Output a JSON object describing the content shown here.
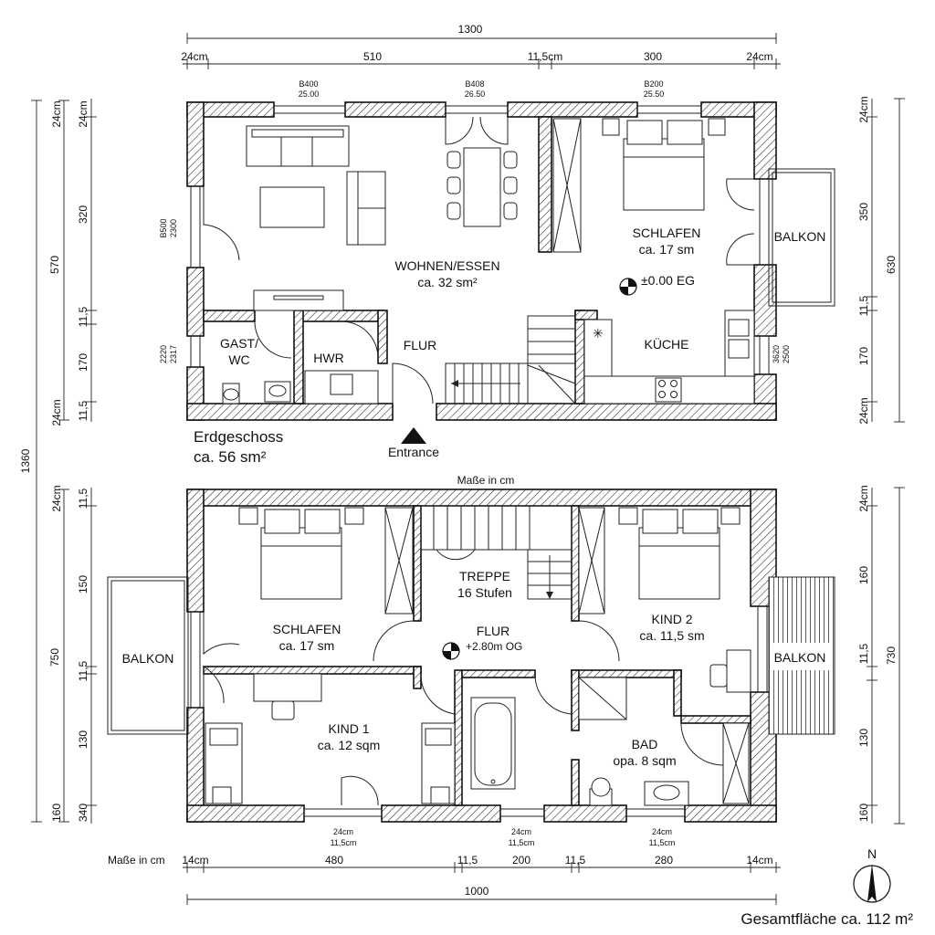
{
  "ground": {
    "top_total": "1300",
    "top_dims": [
      "24cm",
      "510",
      "11,5cm",
      "300",
      "24cm"
    ],
    "windows": [
      {
        "code": "B400",
        "size": "25.00"
      },
      {
        "code": "B408",
        "size": "26.50"
      },
      {
        "code": "B200",
        "size": "25.50"
      }
    ],
    "left_window": {
      "code": "B500",
      "size": "2300"
    },
    "left_window2": {
      "code": "2220",
      "size": "2317"
    },
    "right_window": {
      "code": "3620",
      "size": "2500"
    },
    "rooms": {
      "wohnen": {
        "name": "WOHNEN/ESSEN",
        "area": "ca. 32 sm²"
      },
      "schlafen": {
        "name": "SCHLAFEN",
        "area": "ca. 17 sm"
      },
      "balkon": "BALKON",
      "gast": "GAST/",
      "wc": "WC",
      "hwr": "HWR",
      "flur": "FLUR",
      "kueche": "KÜCHE"
    },
    "level": "±0.00 EG",
    "title": "Erdgeschoss",
    "area": "ca. 56 sm²",
    "entrance": "Entrance",
    "left_dims": [
      "24cm",
      "320",
      "11,5",
      "170",
      "11,5"
    ],
    "left_outer": "570",
    "right_dims": [
      "24cm",
      "350",
      "11,5",
      "170",
      "24cm"
    ],
    "right_outer": "630"
  },
  "masse_in_cm": "Maße in cm",
  "total_height": "1360",
  "upper": {
    "rooms": {
      "schlafen": {
        "name": "SCHLAFEN",
        "area": "ca. 17 sm"
      },
      "treppe": {
        "name": "TREPPE",
        "steps": "16 Stufen"
      },
      "flur": {
        "name": "FLUR",
        "level": "+2.80m OG"
      },
      "kind2": {
        "name": "KIND 2",
        "area": "ca. 11,5 sm"
      },
      "kind1": {
        "name": "KIND 1",
        "area": "ca. 12 sqm"
      },
      "bad": {
        "name": "BAD",
        "area": "opa. 8 sqm"
      },
      "balkon_left": "BALKON",
      "balkon_right": "BALKON"
    },
    "left_dims": [
      "11,5",
      "24cm",
      "150",
      "11,5",
      "130",
      "160",
      "340"
    ],
    "left_outer": "750",
    "right_dims": [
      "24cm",
      "160",
      "11,5",
      "130",
      "160"
    ],
    "right_outer": "730",
    "bottom_windows": [
      {
        "a": "24cm",
        "b": "11,5cm"
      },
      {
        "a": "24cm",
        "b": "11,5cm"
      },
      {
        "a": "24cm",
        "b": "11,5cm"
      }
    ],
    "bottom_label": "Maße in cm",
    "bottom_dims": [
      "14cm",
      "480",
      "11,5",
      "200",
      "11,5",
      "280",
      "14cm"
    ],
    "bottom_total": "1000"
  },
  "north": "N",
  "total_area": "Gesamtfläche ca. 112 m²"
}
